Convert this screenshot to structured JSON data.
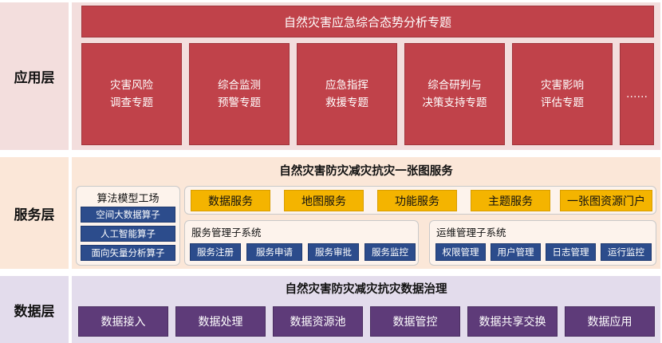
{
  "layers": {
    "application": {
      "label": "应用层",
      "title": "自然灾害应急综合态势分析专题",
      "topics": [
        "灾害风险\n调查专题",
        "综合监测\n预警专题",
        "应急指挥\n救援专题",
        "综合研判与\n决策支持专题",
        "灾害影响\n评估专题",
        "……"
      ]
    },
    "service": {
      "label": "服务层",
      "title": "自然灾害防灾减灾抗灾一张图服务",
      "algorithm_factory": {
        "title": "算法模型工场",
        "items": [
          "空间大数据算子",
          "人工智能算子",
          "面向矢量分析算子"
        ]
      },
      "main_services": [
        "数据服务",
        "地图服务",
        "功能服务",
        "主题服务",
        "一张图资源门户"
      ],
      "service_management": {
        "title": "服务管理子系统",
        "items": [
          "服务注册",
          "服务申请",
          "服务审批",
          "服务监控"
        ]
      },
      "ops_management": {
        "title": "运维管理子系统",
        "items": [
          "权限管理",
          "用户管理",
          "日志管理",
          "运行监控"
        ]
      }
    },
    "data": {
      "label": "数据层",
      "title": "自然灾害防灾减灾抗灾数据治理",
      "items": [
        "数据接入",
        "数据处理",
        "数据资源池",
        "数据管控",
        "数据共享交换",
        "数据应用"
      ]
    }
  },
  "colors": {
    "app_block": "#c0424a",
    "app_band": "#f3dedd",
    "service_band": "#fbe7d8",
    "service_highlight": "#f4b400",
    "service_item": "#2c4c8c",
    "data_band": "#e3dcec",
    "data_item": "#5e3b79"
  }
}
